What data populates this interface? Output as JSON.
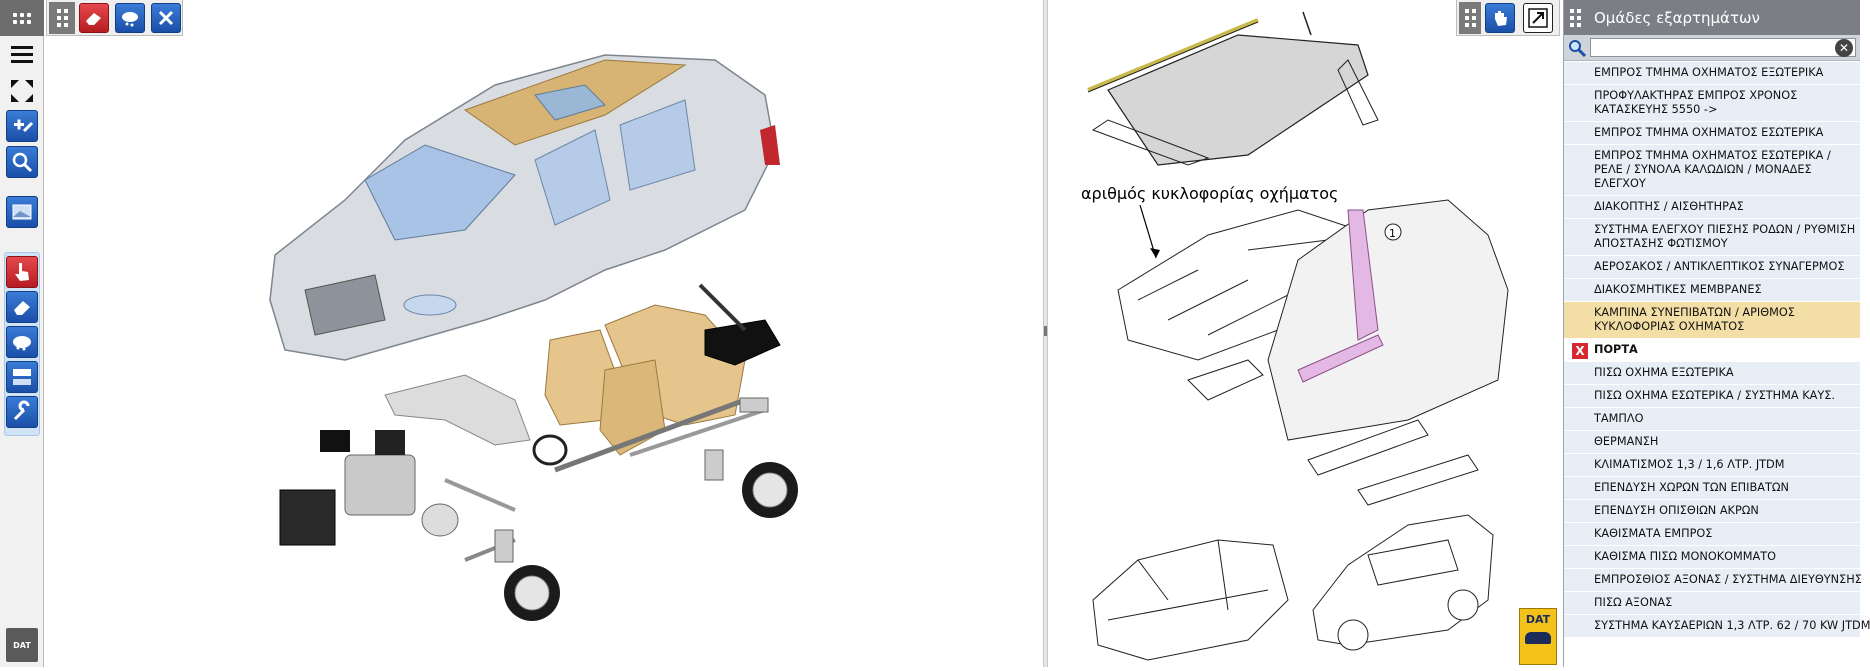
{
  "colors": {
    "accent_blue": "#1b4fa8",
    "accent_red": "#c1272d",
    "header_gray": "#7b7f85",
    "list_bg": "#e8eef6",
    "selected_bg": "#f3dfa6"
  },
  "left_toolbar": {
    "tools": [
      {
        "icon": "menu-icon"
      },
      {
        "icon": "fit-to-screen-icon"
      },
      {
        "icon": "zoom-in-icon"
      },
      {
        "icon": "magnifier-icon"
      },
      {
        "icon": "picture-icon"
      },
      {
        "icon": "pointer-hand-icon"
      },
      {
        "icon": "eraser-icon"
      },
      {
        "icon": "cloud-icon"
      },
      {
        "icon": "numbered-parts-icon"
      },
      {
        "icon": "wrench-icon"
      }
    ],
    "dat_logo": "DAT"
  },
  "top_toolbar": {
    "tools": [
      {
        "icon": "eraser-icon"
      },
      {
        "icon": "cloud-icon"
      },
      {
        "icon": "close-icon"
      }
    ]
  },
  "diagram": {
    "plate_label": "αριθμός κυκλοφορίας οχήματος",
    "callout_number": "1",
    "dat_badge": "DAT"
  },
  "panel": {
    "title": "Ομάδες εξαρτημάτων",
    "search": {
      "value": "",
      "placeholder": ""
    },
    "items": [
      {
        "label": "ΕΜΠΡΟΣ ΤΜΗΜΑ ΟΧΗΜΑΤΟΣ ΕΞΩΤΕΡΙΚΑ",
        "state": "normal"
      },
      {
        "label": "ΠΡΟΦΥΛΑΚΤΗΡΑΣ ΕΜΠΡΟΣ ΧΡΟΝΟΣ ΚΑΤΑΣΚΕΥΗΣ 5550 ->",
        "state": "normal"
      },
      {
        "label": "ΕΜΠΡΟΣ ΤΜΗΜΑ ΟΧΗΜΑΤΟΣ ΕΣΩΤΕΡΙΚΑ",
        "state": "normal"
      },
      {
        "label": "ΕΜΠΡΟΣ ΤΜΗΜΑ ΟΧΗΜΑΤΟΣ ΕΣΩΤΕΡΙΚΑ / ΡΕΛΕ / ΣΥΝΟΛΑ ΚΑΛΩΔΙΩΝ / ΜΟΝΑΔΕΣ ΕΛΕΓΧΟΥ",
        "state": "normal"
      },
      {
        "label": "ΔΙΑΚΟΠΤΗΣ / ΑΙΣΘΗΤΗΡΑΣ",
        "state": "normal"
      },
      {
        "label": "ΣΥΣΤΗΜΑ ΕΛΕΓΧΟΥ ΠΙΕΣΗΣ ΡΟΔΩΝ / ΡΥΘΜΙΣΗ ΑΠΟΣΤΑΣΗΣ ΦΩΤΙΣΜΟΥ",
        "state": "normal"
      },
      {
        "label": "ΑΕΡΟΣΑΚΟΣ / ΑΝΤΙΚΛΕΠΤΙΚΟΣ ΣΥΝΑΓΕΡΜΟΣ",
        "state": "normal"
      },
      {
        "label": "ΔΙΑΚΟΣΜΗΤΙΚΕΣ ΜΕΜΒΡΑΝΕΣ",
        "state": "normal"
      },
      {
        "label": "ΚΑΜΠΙΝΑ ΣΥΝΕΠΙΒΑΤΩΝ / ΑΡΙΘΜΟΣ ΚΥΚΛΟΦΟΡΙΑΣ ΟΧΗΜΑΤΟΣ",
        "state": "selected"
      },
      {
        "label": "ΠΟΡΤΑ",
        "state": "bold"
      },
      {
        "label": "ΠΙΣΩ ΟΧΗΜΑ ΕΞΩΤΕΡΙΚΑ",
        "state": "normal"
      },
      {
        "label": "ΠΙΣΩ ΟΧΗΜΑ ΕΣΩΤΕΡΙΚΑ / ΣΥΣΤΗΜΑ ΚΑΥΣ.",
        "state": "normal"
      },
      {
        "label": "ΤΑΜΠΛΟ",
        "state": "normal"
      },
      {
        "label": "ΘΕΡΜΑΝΣΗ",
        "state": "normal"
      },
      {
        "label": "ΚΛΙΜΑΤΙΣΜΟΣ 1,3 / 1,6 ΛΤΡ. JTDM",
        "state": "normal"
      },
      {
        "label": "ΕΠΕΝΔΥΣΗ ΧΩΡΩΝ ΤΩΝ ΕΠΙΒΑΤΩΝ",
        "state": "normal"
      },
      {
        "label": "ΕΠΕΝΔΥΣΗ ΟΠΙΣΘΙΩΝ ΑΚΡΩΝ",
        "state": "normal"
      },
      {
        "label": "ΚΑΘΙΣΜΑΤΑ ΕΜΠΡΟΣ",
        "state": "normal"
      },
      {
        "label": "ΚΑΘΙΣΜΑ ΠΙΣΩ ΜΟΝΟΚΟΜΜΑΤΟ",
        "state": "normal"
      },
      {
        "label": "ΕΜΠΡΟΣΘΙΟΣ ΑΞΟΝΑΣ / ΣΥΣΤΗΜΑ ΔΙΕΥΘΥΝΣΗΣ",
        "state": "normal"
      },
      {
        "label": "ΠΙΣΩ ΑΞΟΝΑΣ",
        "state": "normal"
      },
      {
        "label": "ΣΥΣΤΗΜΑ ΚΑΥΣΑΕΡΙΩΝ 1,3 ΛΤΡ. 62 / 70 KW JTDM",
        "state": "normal"
      }
    ]
  }
}
